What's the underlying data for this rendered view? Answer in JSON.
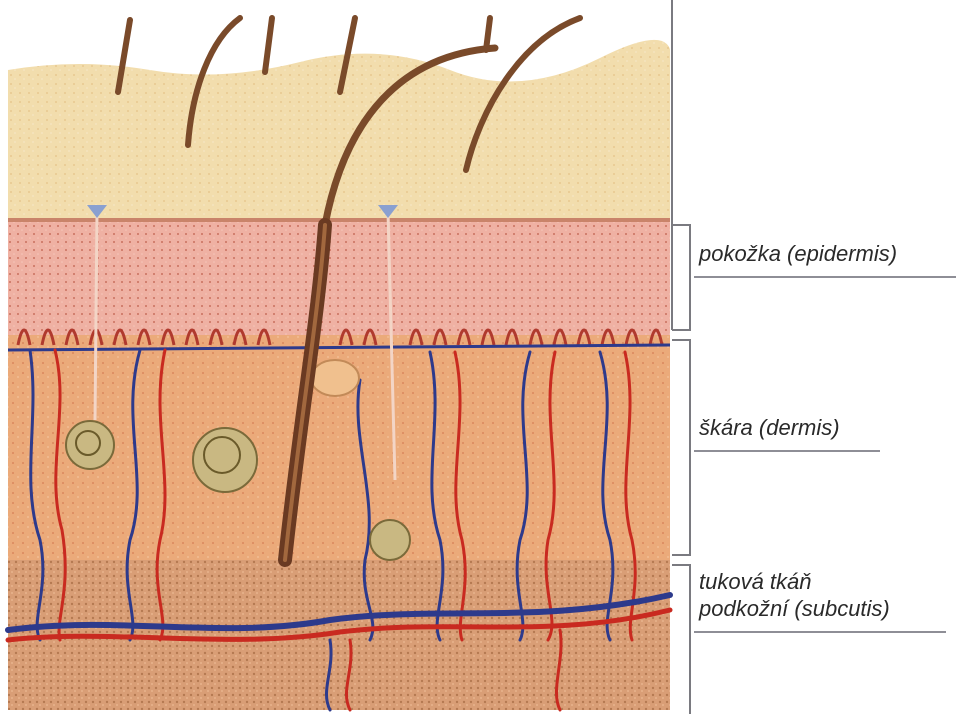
{
  "diagram": {
    "layers": [
      {
        "id": "epidermis",
        "lines": [
          "pokožka (epidermis)"
        ]
      },
      {
        "id": "dermis",
        "lines": [
          "škára (dermis)"
        ]
      },
      {
        "id": "subcutis",
        "lines": [
          "tuková tkáň",
          "podkožní (subcutis)"
        ]
      }
    ]
  },
  "colors": {
    "surface": "#f2ddad",
    "epidermis": "#efb1a3",
    "dermis": "#ebaa7a",
    "subcutis": "#d99e76",
    "hair": "#7a4a2a",
    "artery": "#c92a20",
    "vein": "#2d3a8c",
    "bracket": "#7a7a80"
  }
}
